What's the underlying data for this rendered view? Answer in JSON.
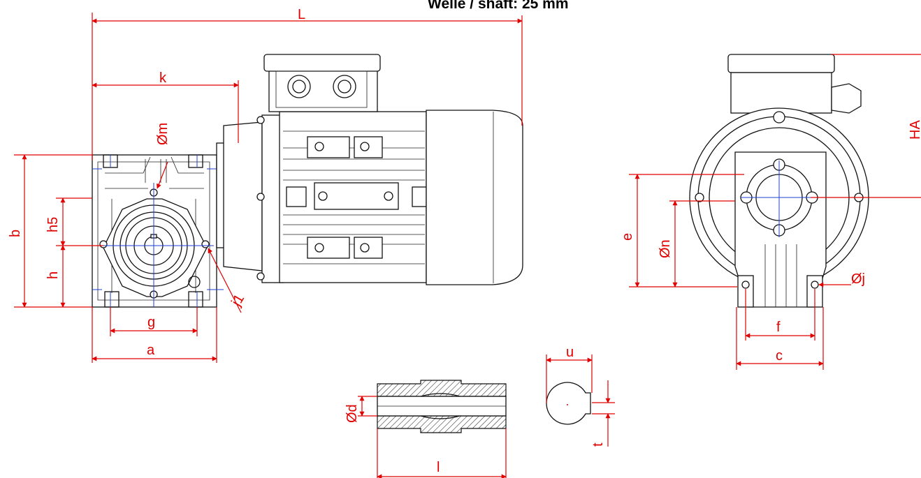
{
  "title": "Welle / shaft: 25 mm",
  "colors": {
    "dimension": "#e00000",
    "outline": "#111111",
    "centerline": "#1f3fd0"
  },
  "labels": {
    "L": "L",
    "k": "k",
    "m": "Øm",
    "b": "b",
    "h5": "h5",
    "h": "h",
    "g": "g",
    "a": "a",
    "j1": "j1",
    "HA": "HA",
    "e": "e",
    "n": "Øn",
    "j": "Øj",
    "f": "f",
    "c": "c",
    "d": "Ød",
    "l": "l",
    "u": "u",
    "t": "t"
  }
}
